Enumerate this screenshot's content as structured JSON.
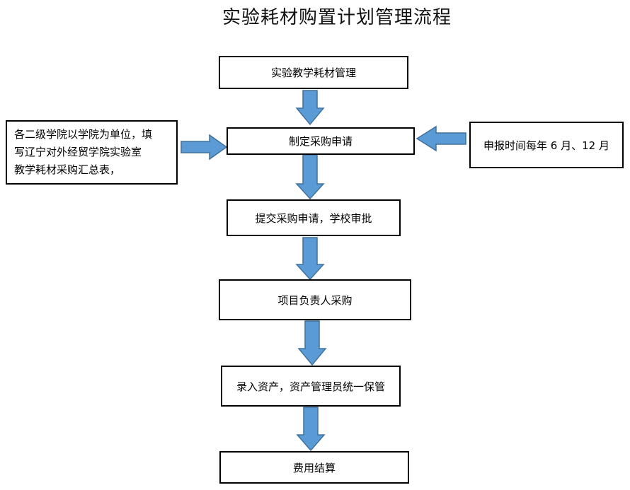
{
  "title": "实验耗材购置计划管理流程",
  "steps": [
    "实验教学耗材管理",
    "制定采购申请",
    "提交采购申请，学校审批",
    "项目负责人采购",
    "录入资产，资产管理员统一保管",
    "费用结算"
  ],
  "side_left": {
    "lines": [
      "各二级学院以学院为单位，填",
      "写辽宁对外经贸学院实验室",
      "教学耗材采购汇总表，"
    ]
  },
  "side_right": {
    "text": "申报时间每年 6 月、12 月"
  },
  "colors": {
    "arrow_fill": "#5b9bd5",
    "arrow_stroke": "#41719c",
    "box_border": "#000000"
  }
}
